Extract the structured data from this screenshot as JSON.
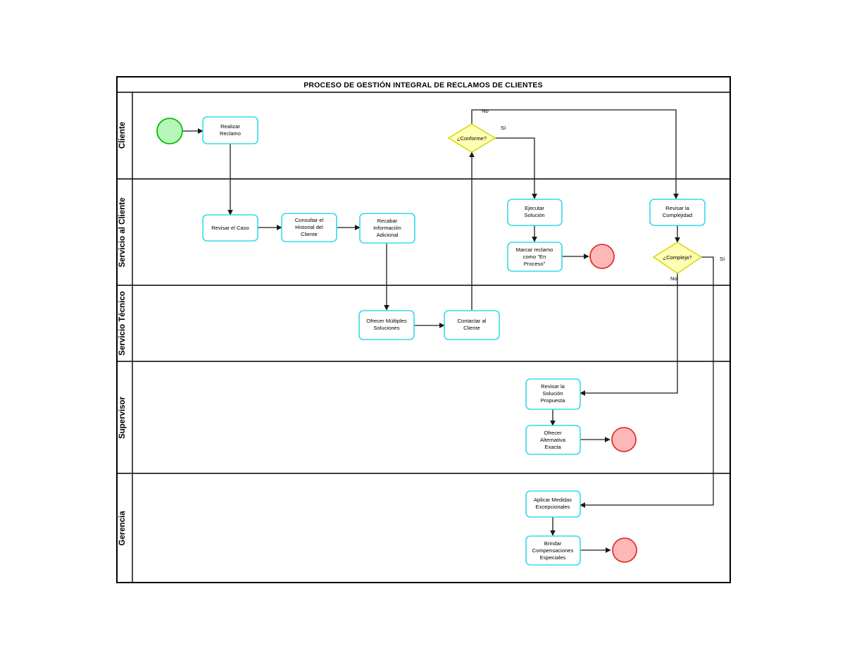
{
  "diagram": {
    "title": "PROCESO DE GESTIÓN INTEGRAL DE RECLAMOS DE CLIENTES",
    "type": "bpmn-swimlane-flowchart",
    "colors": {
      "task_border": "#33dbe8",
      "task_fill": "#ffffff",
      "gateway_fill": "#ffffb3",
      "gateway_border": "#d4d400",
      "start_fill": "#b8f5b8",
      "start_border": "#00c000",
      "end_fill": "#ffb8b8",
      "end_border": "#e03030",
      "frame": "#000000",
      "flow": "#1a1a1a"
    },
    "lanes": [
      {
        "id": "cliente",
        "label": "Cliente"
      },
      {
        "id": "servicio-al-cliente",
        "label": "Servicio al Cliente"
      },
      {
        "id": "servicio-tecnico",
        "label": "Servicio Técnico"
      },
      {
        "id": "supervisor",
        "label": "Supervisor"
      },
      {
        "id": "gerencia",
        "label": "Gerencia"
      }
    ],
    "events": [
      {
        "id": "start-1",
        "kind": "start",
        "lane": "cliente",
        "label": ""
      },
      {
        "id": "end-1",
        "kind": "end",
        "lane": "servicio-al-cliente",
        "label": ""
      },
      {
        "id": "end-2",
        "kind": "end",
        "lane": "supervisor",
        "label": ""
      },
      {
        "id": "end-3",
        "kind": "end",
        "lane": "gerencia",
        "label": ""
      }
    ],
    "tasks": [
      {
        "id": "realizar-reclamo",
        "lane": "cliente",
        "lines": [
          "Realizar",
          "Reclamo"
        ]
      },
      {
        "id": "revisar-el-caso",
        "lane": "servicio-al-cliente",
        "lines": [
          "Revisar el Caso"
        ]
      },
      {
        "id": "consultar-historial",
        "lane": "servicio-al-cliente",
        "lines": [
          "Consultar el",
          "Historial del",
          "Cliente"
        ]
      },
      {
        "id": "recabar-informacion",
        "lane": "servicio-al-cliente",
        "lines": [
          "Recabar",
          "Información",
          "Adicional"
        ]
      },
      {
        "id": "ejecutar-solucion",
        "lane": "servicio-al-cliente",
        "lines": [
          "Ejecutar",
          "Solución"
        ]
      },
      {
        "id": "marcar-reclamo",
        "lane": "servicio-al-cliente",
        "lines": [
          "Marcar reclamo",
          "como \"En",
          "Proceso\""
        ]
      },
      {
        "id": "revisar-complejidad",
        "lane": "servicio-al-cliente",
        "lines": [
          "Revisar la",
          "Complejidad"
        ]
      },
      {
        "id": "ofrecer-multiples-soluciones",
        "lane": "servicio-tecnico",
        "lines": [
          "Ofrecer Múltiples",
          "Soluciones"
        ]
      },
      {
        "id": "contactar-al-cliente",
        "lane": "servicio-tecnico",
        "lines": [
          "Contactar al",
          "Cliente"
        ]
      },
      {
        "id": "revisar-solucion-propuesta",
        "lane": "supervisor",
        "lines": [
          "Revisar la",
          "Solución",
          "Propuesta"
        ]
      },
      {
        "id": "ofrecer-alternativa-exacta",
        "lane": "supervisor",
        "lines": [
          "Ofrecer",
          "Alternativa",
          "Exacta"
        ]
      },
      {
        "id": "aplicar-medidas-excepcionales",
        "lane": "gerencia",
        "lines": [
          "Aplicar Medidas",
          "Excepcionales"
        ]
      },
      {
        "id": "brindar-compensaciones",
        "lane": "gerencia",
        "lines": [
          "Brindar",
          "Compensaciones",
          "Especiales"
        ]
      }
    ],
    "gateways": [
      {
        "id": "conforme",
        "lane": "cliente",
        "label": "¿Conforme?"
      },
      {
        "id": "compleja",
        "lane": "servicio-al-cliente",
        "label": "¿Compleja?"
      }
    ],
    "flow_labels": [
      {
        "id": "conforme-no",
        "text": "No",
        "from": "conforme"
      },
      {
        "id": "conforme-si",
        "text": "Sí",
        "from": "conforme"
      },
      {
        "id": "compleja-no",
        "text": "No",
        "from": "compleja"
      },
      {
        "id": "compleja-si",
        "text": "Sí",
        "from": "compleja"
      }
    ]
  }
}
